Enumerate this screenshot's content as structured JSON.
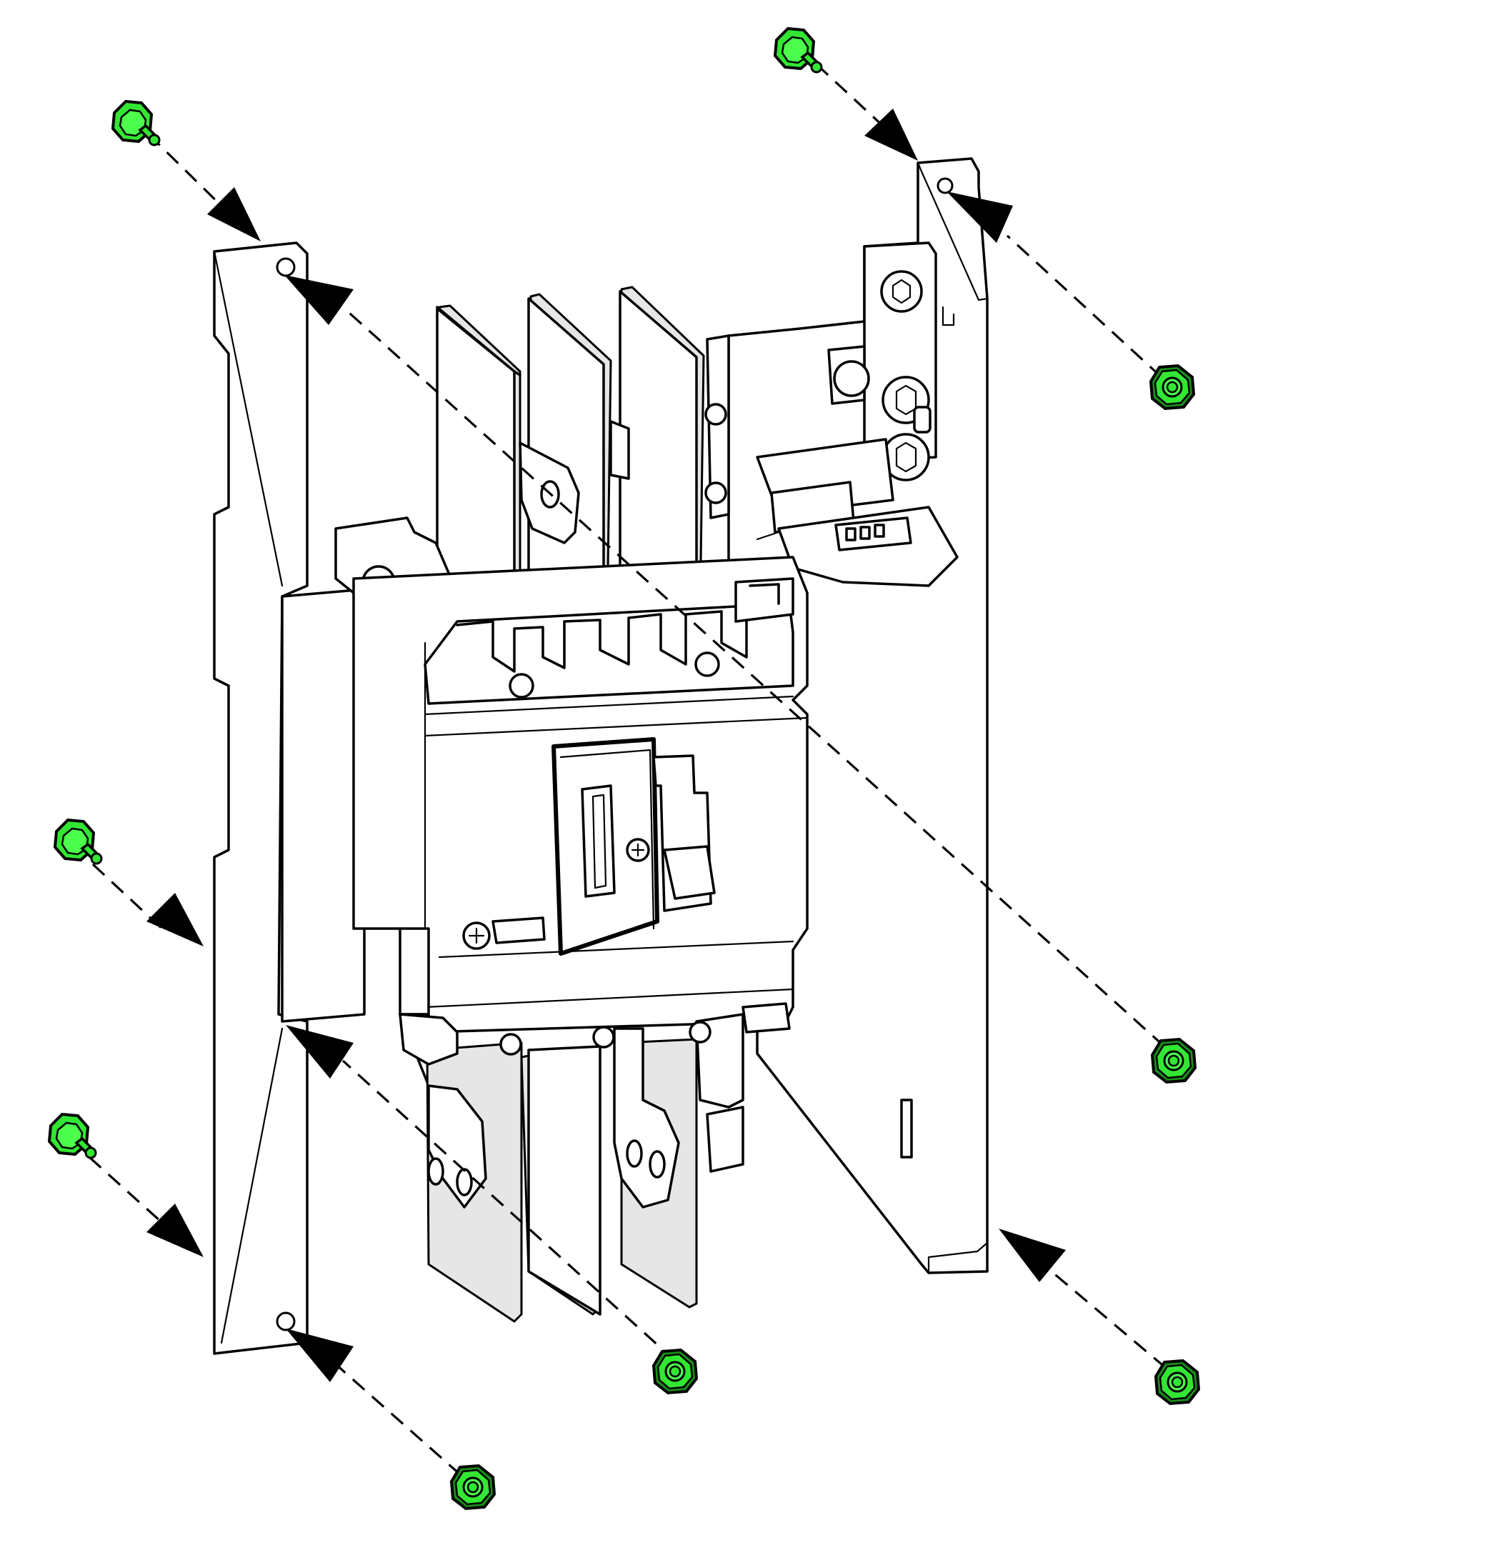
{
  "figure": {
    "subject": "breaker-mounting-plate-exploded",
    "colors": {
      "line": "#000000",
      "background": "#ffffff",
      "fastener_fill": "#33e633",
      "fastener_dark": "#1a8c1a"
    },
    "fasteners": {
      "screws": [
        {
          "id": "screw-top-left",
          "icon": "screw-icon"
        },
        {
          "id": "screw-top-right",
          "icon": "screw-icon"
        },
        {
          "id": "screw-mid-left",
          "icon": "screw-icon"
        },
        {
          "id": "screw-bottom-left",
          "icon": "screw-icon"
        }
      ],
      "nuts": [
        {
          "id": "nut-upper-right",
          "icon": "nut-icon"
        },
        {
          "id": "nut-middle-right",
          "icon": "nut-icon"
        },
        {
          "id": "nut-lower-right",
          "icon": "nut-icon"
        },
        {
          "id": "nut-lower-center",
          "icon": "nut-icon"
        },
        {
          "id": "nut-bottom-center",
          "icon": "nut-icon"
        }
      ]
    }
  }
}
